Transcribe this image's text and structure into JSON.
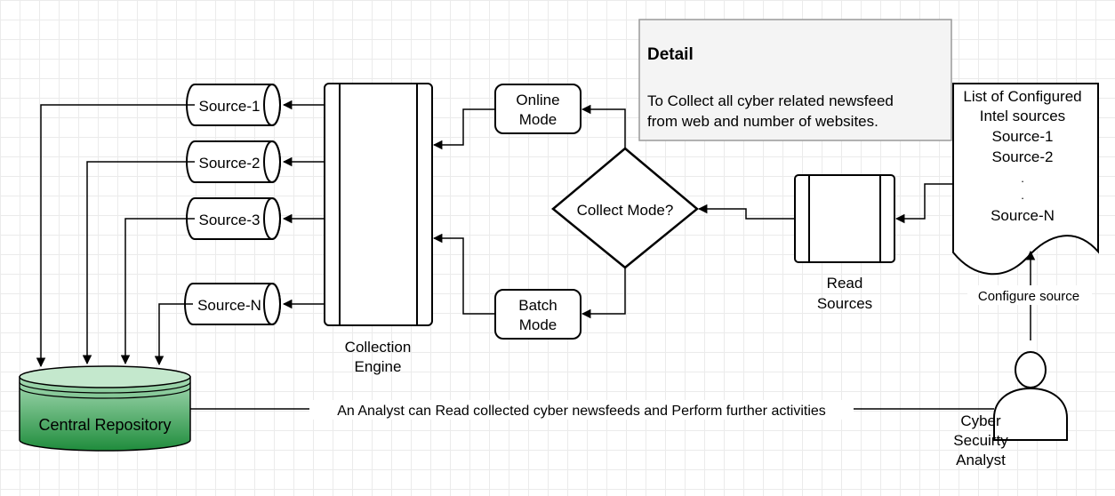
{
  "detail": {
    "title": "Detail",
    "line1": "To Collect all cyber related newsfeed",
    "line2": "from web and number of websites."
  },
  "sources": [
    "Source-1",
    "Source-2",
    "Source-3",
    "Source-N"
  ],
  "engine": {
    "line1": "Collection",
    "line2": "Engine"
  },
  "online_mode": {
    "line1": "Online",
    "line2": "Mode"
  },
  "batch_mode": {
    "line1": "Batch",
    "line2": "Mode"
  },
  "decision": "Collect Mode?",
  "read_sources": {
    "line1": "Read",
    "line2": "Sources"
  },
  "config_list": {
    "line1": "List of Configured",
    "line2": "Intel sources",
    "line3": "Source-1",
    "line4": "Source-2",
    "dot1": ".",
    "dot2": ".",
    "line5": "Source-N"
  },
  "configure_label": "Configure source",
  "repository": "Central Repository",
  "analyst": {
    "line1": "Cyber",
    "line2": "Secuirty",
    "line3": "Analyst"
  },
  "connection_label": "An Analyst can Read collected cyber newsfeeds and Perform further activities",
  "colors": {
    "repository_top": "#a8dcb6",
    "repository_bottom": "#1f8c3c",
    "detail_fill": "#f4f4f4",
    "detail_border": "#9a9a9a"
  }
}
